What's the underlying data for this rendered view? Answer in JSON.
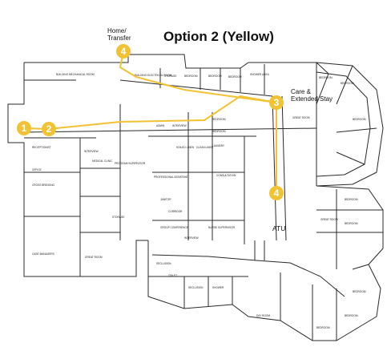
{
  "title": "Option 2 (Yellow)",
  "colors": {
    "route": "#f2c233",
    "marker": "#f2c233",
    "walls": "#2a2a2a"
  },
  "markers": [
    {
      "id": "m1",
      "number": "1"
    },
    {
      "id": "m2",
      "number": "2"
    },
    {
      "id": "m3",
      "number": "3"
    },
    {
      "id": "m4a",
      "number": "4"
    },
    {
      "id": "m4b",
      "number": "4"
    }
  ],
  "callouts": {
    "home_transfer": "Home/\nTransfer",
    "care_extended": "Care &\nExtended Stay",
    "atu": "ATU"
  },
  "rooms": [
    "BUILDING MECHANICAL ROOM",
    "BUILDING ELECTRICAL ROOM",
    "STORAGE",
    "BEDROOM",
    "BEDROOM",
    "BEDROOM",
    "SHOWER AREA",
    "BEDROOM",
    "BEDROOM",
    "BEDROOM",
    "GREAT ROOM",
    "RECEPTIONIST",
    "OFFICE",
    "CROSS BRIDGING",
    "CASE MANAGERS",
    "GREAT ROOM",
    "ADMIN",
    "INTERVIEW",
    "BEDROOM",
    "LAUNDRY",
    "INTERVIEW",
    "BEDROOM",
    "MEDICAL CLINIC",
    "PROGRAM SUPERVISOR",
    "STORAGE",
    "PROFESSIONAL ASSISTANT",
    "SOILED LINEN",
    "CLEAN LINEN",
    "JANITOR",
    "CONSULTATION",
    "INTERVIEW",
    "GROUP CONFERENCE",
    "NURSE SUPERVISOR",
    "CORRIDOR",
    "BEDROOM",
    "BEDROOM",
    "GREAT ROOM",
    "SECLUSION",
    "TOILET",
    "SECLUSION",
    "SHOWER",
    "DAY ROOM",
    "BEDROOM",
    "BEDROOM",
    "BEDROOM"
  ]
}
